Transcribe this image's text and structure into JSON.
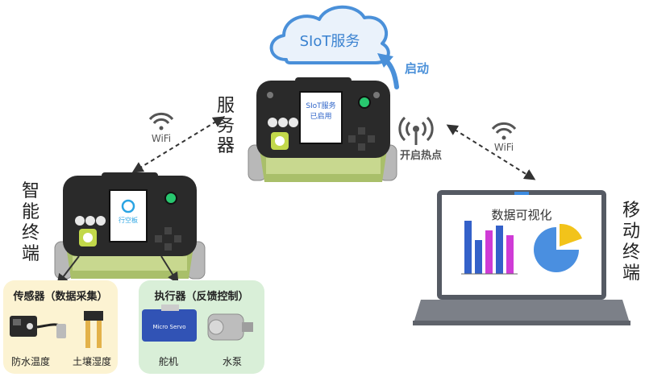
{
  "cloud": {
    "label": "SIoT服务"
  },
  "labels": {
    "start": "启动",
    "server": "服务器",
    "smart_terminal": "智能终端",
    "mobile_terminal": "移动终端",
    "hotspot": "开启热点",
    "wifi_left": "WiFi",
    "wifi_right": "WiFi"
  },
  "server_screen": {
    "line1": "SIoT服务",
    "line2": "已启用"
  },
  "terminal_screen": {
    "logo": "行空板"
  },
  "laptop": {
    "title": "数据可视化"
  },
  "sensor_group": {
    "title": "传感器（数据采集）",
    "items": [
      "防水温度",
      "土壤湿度"
    ]
  },
  "actuator_group": {
    "title": "执行器（反馈控制）",
    "items": [
      "舵机",
      "水泵"
    ],
    "servo_text": "Micro Servo"
  },
  "colors": {
    "blue": "#4a90d9",
    "cloud_fill": "#eaf2fb",
    "sensor_bg": "#fcf3d2",
    "actuator_bg": "#d9efd8",
    "board_dark": "#2a2a2a",
    "board_green": "#a9bf6a",
    "bar_blue": "#3461c9",
    "bar_magenta": "#cf3bd6",
    "pie_blue": "#4a8fe0",
    "pie_yellow": "#f2c31a"
  }
}
